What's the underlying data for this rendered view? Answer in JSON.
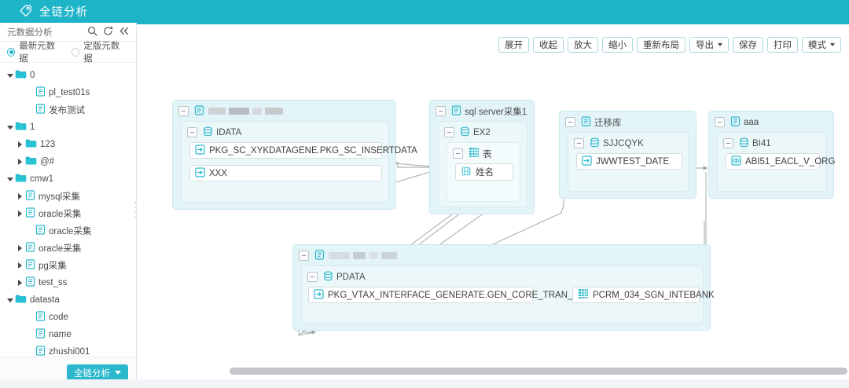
{
  "titlebar": {
    "icon": "tag-icon",
    "title": "全链分析"
  },
  "sidebar": {
    "header": {
      "title": "元数据分析",
      "icons": [
        "search-icon",
        "refresh-icon",
        "collapse-left-icon"
      ]
    },
    "radios": [
      {
        "label": "最新元数据",
        "selected": true
      },
      {
        "label": "定版元数据",
        "selected": false
      }
    ],
    "tree": [
      {
        "label": "0",
        "type": "folder",
        "indent": 0,
        "caret": "down",
        "icon": "folder-icon"
      },
      {
        "label": "pl_test01s",
        "type": "file",
        "indent": 2,
        "caret": "none",
        "icon": "doc-icon"
      },
      {
        "label": "发布测试",
        "type": "file",
        "indent": 2,
        "caret": "none",
        "icon": "doc-icon"
      },
      {
        "label": "1",
        "type": "folder",
        "indent": 0,
        "caret": "down",
        "icon": "folder-icon"
      },
      {
        "label": "123",
        "type": "folder",
        "indent": 1,
        "caret": "right",
        "icon": "folder-icon"
      },
      {
        "label": "@#",
        "type": "folder",
        "indent": 1,
        "caret": "right",
        "icon": "folder-icon"
      },
      {
        "label": "cmw1",
        "type": "folder",
        "indent": 0,
        "caret": "down",
        "icon": "folder-icon"
      },
      {
        "label": "mysql采集",
        "type": "file",
        "indent": 1,
        "caret": "right",
        "icon": "doc-icon"
      },
      {
        "label": "oracle采集",
        "type": "file",
        "indent": 1,
        "caret": "right",
        "icon": "doc-icon"
      },
      {
        "label": "oracle采集",
        "type": "file",
        "indent": 2,
        "caret": "none",
        "icon": "doc-icon"
      },
      {
        "label": "oracle采集",
        "type": "file",
        "indent": 1,
        "caret": "right",
        "icon": "doc-icon"
      },
      {
        "label": "pg采集",
        "type": "file",
        "indent": 1,
        "caret": "right",
        "icon": "doc-icon"
      },
      {
        "label": "test_ss",
        "type": "file",
        "indent": 1,
        "caret": "right",
        "icon": "doc-icon"
      },
      {
        "label": "datasta",
        "type": "folder",
        "indent": 0,
        "caret": "down",
        "icon": "folder-icon"
      },
      {
        "label": "code",
        "type": "file",
        "indent": 2,
        "caret": "none",
        "icon": "doc-icon"
      },
      {
        "label": "name",
        "type": "file",
        "indent": 2,
        "caret": "none",
        "icon": "doc-icon"
      },
      {
        "label": "zhushi001",
        "type": "file",
        "indent": 2,
        "caret": "none",
        "icon": "doc-icon"
      }
    ],
    "footer": {
      "button_label": "全链分析",
      "has_dropdown": true
    }
  },
  "toolbar": {
    "buttons": [
      {
        "label": "展开",
        "dropdown": false
      },
      {
        "label": "收起",
        "dropdown": false
      },
      {
        "label": "放大",
        "dropdown": false
      },
      {
        "label": "缩小",
        "dropdown": false
      },
      {
        "label": "重新布局",
        "dropdown": false
      },
      {
        "label": "导出",
        "dropdown": true
      },
      {
        "label": "保存",
        "dropdown": false
      },
      {
        "label": "打印",
        "dropdown": false
      },
      {
        "label": "模式",
        "dropdown": true
      }
    ]
  },
  "graph": {
    "groups": [
      {
        "name": "group-system-1",
        "title": "",
        "redacted": true,
        "icon": "system-icon",
        "db": {
          "label": "IDATA",
          "icon": "database-icon"
        },
        "leaves": [
          {
            "label": "PKG_SC_XYKDATAGENE.PKG_SC_INSERTDATA",
            "icon": "procedure-icon"
          },
          {
            "label": "XXX",
            "icon": "procedure-icon"
          }
        ]
      },
      {
        "name": "group-sqlserver",
        "title": "sql server采集1",
        "redacted": false,
        "icon": "system-icon",
        "db": {
          "label": "EX2",
          "icon": "database-icon"
        },
        "table": {
          "label": "表",
          "icon": "table-icon"
        },
        "leaves": [
          {
            "label": "姓名",
            "icon": "column-icon"
          }
        ]
      },
      {
        "name": "group-migration",
        "title": "迁移库",
        "redacted": false,
        "icon": "system-icon",
        "db": {
          "label": "SJJCQYK",
          "icon": "database-icon"
        },
        "leaves": [
          {
            "label": "JWWTEST_DATE",
            "icon": "procedure-icon"
          }
        ]
      },
      {
        "name": "group-aaa",
        "title": "aaa",
        "redacted": false,
        "icon": "system-icon",
        "db": {
          "label": "BI41",
          "icon": "database-icon"
        },
        "leaves": [
          {
            "label": "ABI51_EACL_V_ORG",
            "icon": "view-icon"
          }
        ]
      },
      {
        "name": "group-system-2",
        "title": "",
        "redacted": true,
        "icon": "system-icon",
        "db": {
          "label": "PDATA",
          "icon": "database-icon"
        },
        "leaves": [
          {
            "label": "PKG_VTAX_INTERFACE_GENERATE.GEN_CORE_TRAN_TYPE",
            "icon": "procedure-icon"
          },
          {
            "label": "PCRM_034_SGN_INTEBANK",
            "icon": "table-icon"
          }
        ]
      }
    ]
  },
  "colors": {
    "brand": "#1eb4c8",
    "group_fill": "#e3f4f8",
    "group_border": "#cbe8ef",
    "sub_fill": "#ecf7fa",
    "leaf_bg": "#ffffff",
    "edge": "#9aa0a6",
    "page_bg": "#f2f3f7"
  }
}
